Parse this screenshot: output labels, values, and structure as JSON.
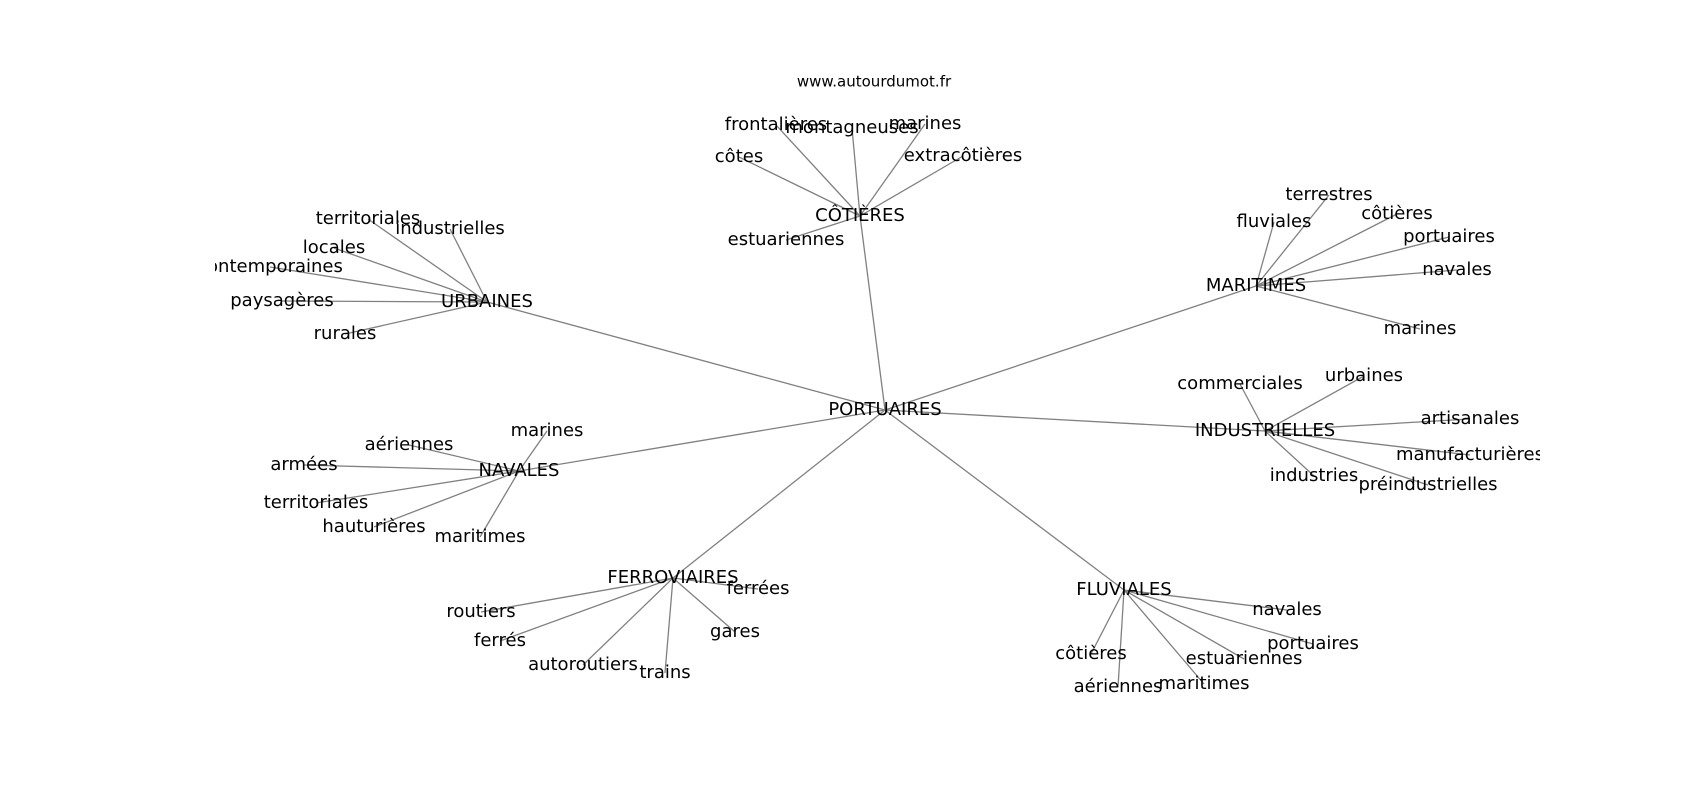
{
  "source_label": "www.autourdumot.fr",
  "root": {
    "label": "PORTUAIRES",
    "groups": [
      {
        "label": "CÔTIÈRES",
        "children": [
          "frontalières",
          "montagneuses",
          "marines",
          "côtes",
          "extracôtières",
          "estuariennes"
        ]
      },
      {
        "label": "URBAINES",
        "children": [
          "territoriales",
          "industrielles",
          "locales",
          "contemporaines",
          "paysagères",
          "rurales"
        ]
      },
      {
        "label": "MARITIMES",
        "children": [
          "terrestres",
          "fluviales",
          "côtières",
          "portuaires",
          "navales",
          "marines"
        ]
      },
      {
        "label": "INDUSTRIELLES",
        "children": [
          "commerciales",
          "urbaines",
          "artisanales",
          "manufacturières",
          "industries",
          "préindustrielles"
        ]
      },
      {
        "label": "NAVALES",
        "children": [
          "marines",
          "aériennes",
          "armées",
          "territoriales",
          "hauturières",
          "maritimes"
        ]
      },
      {
        "label": "FERROVIAIRES",
        "children": [
          "ferrées",
          "routiers",
          "ferrés",
          "autoroutiers",
          "trains",
          "gares"
        ]
      },
      {
        "label": "FLUVIALES",
        "children": [
          "navales",
          "portuaires",
          "côtières",
          "estuariennes",
          "aériennes",
          "maritimes"
        ]
      }
    ]
  }
}
